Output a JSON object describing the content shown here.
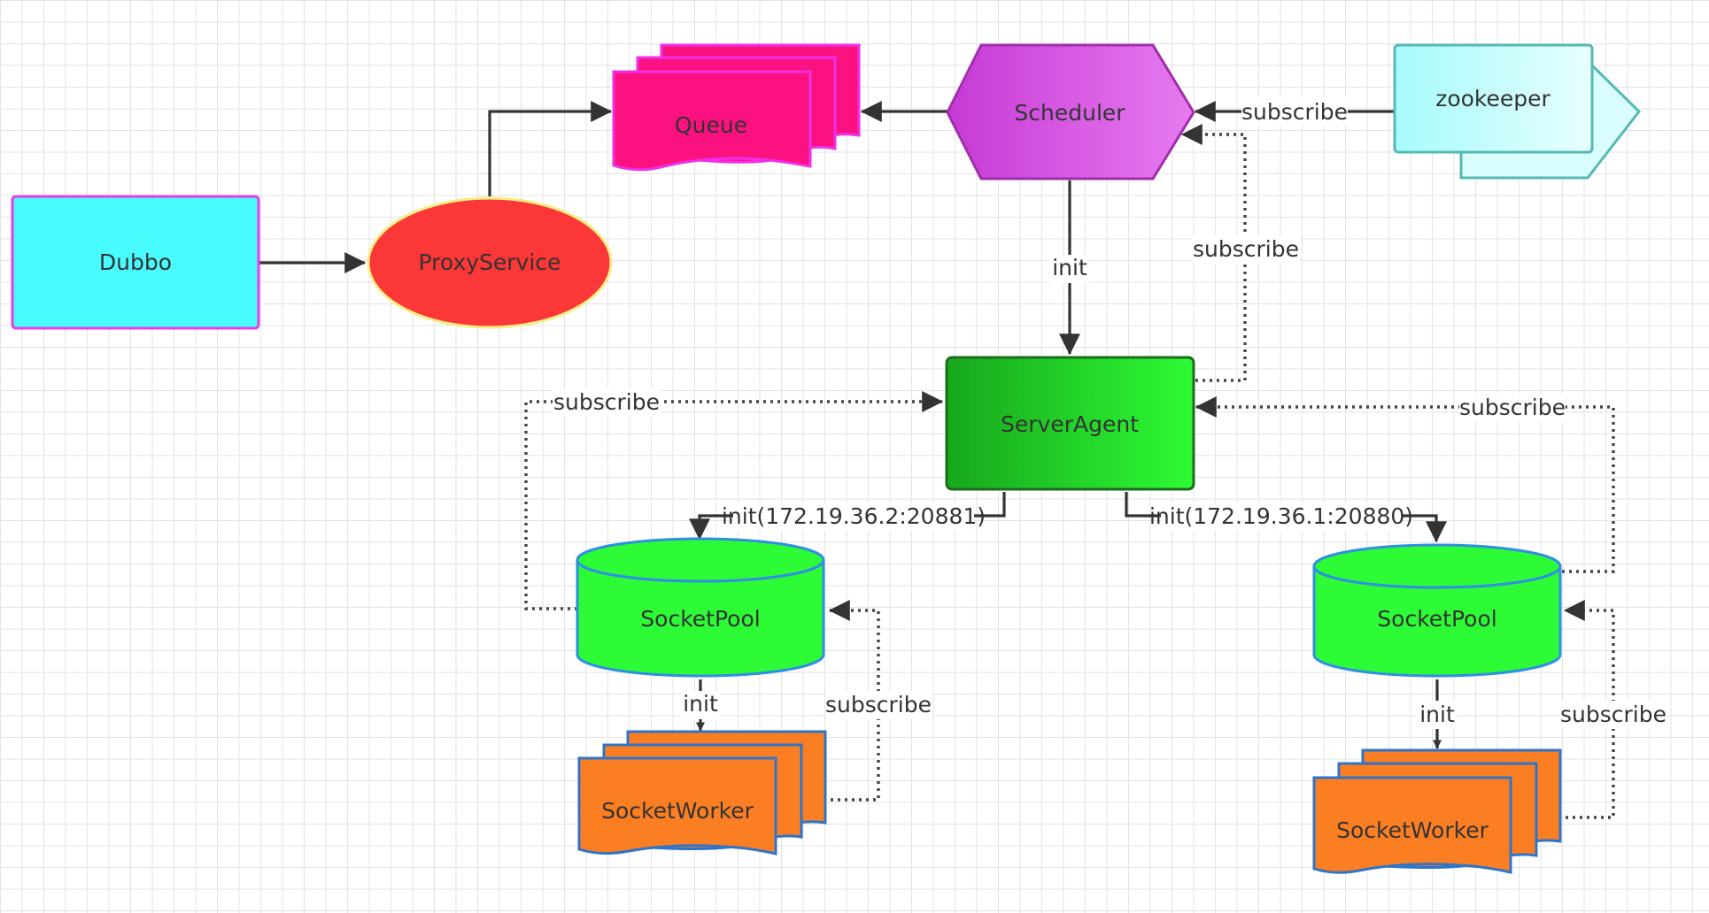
{
  "diagram": {
    "nodes": {
      "dubbo": "Dubbo",
      "proxy_service": "ProxyService",
      "queue": "Queue",
      "scheduler": "Scheduler",
      "zookeeper": "zookeeper",
      "server_agent": "ServerAgent",
      "socket_pool_left": "SocketPool",
      "socket_pool_right": "SocketPool",
      "socket_worker_left": "SocketWorker",
      "socket_worker_right": "SocketWorker"
    },
    "edges": {
      "zookeeper_scheduler": "subscribe",
      "scheduler_server_agent": "init",
      "server_agent_scheduler": "subscribe",
      "pool_left_server_agent": "subscribe",
      "pool_right_server_agent": "subscribe",
      "server_agent_pool_left": "init(172.19.36.2:20881)",
      "server_agent_pool_right": "init(172.19.36.1:20880)",
      "pool_left_worker_left": "init",
      "worker_left_pool_left": "subscribe",
      "pool_right_worker_right": "init",
      "worker_right_pool_right": "subscribe"
    },
    "colors": {
      "dubbo_fill": "#48fbff",
      "dubbo_stroke": "#e93de5",
      "proxy_fill": "#fb3737",
      "proxy_stroke": "#f5ee86",
      "queue_fill": "#fb117f",
      "queue_stroke": "#f02fe7",
      "scheduler_fill_start": "#c63ad5",
      "scheduler_fill_end": "#e77bf0",
      "scheduler_stroke": "#a02eac",
      "zookeeper_fill": "#a6fbfc",
      "zookeeper_stroke": "#55b9b4",
      "agent_fill_start": "#18a71c",
      "agent_fill_end": "#2dfb35",
      "agent_stroke": "#1d6c1d",
      "pool_fill": "#2cfb35",
      "pool_stroke": "#2f8fe5",
      "worker_fill": "#fb7e22",
      "worker_stroke": "#2f74c9"
    }
  }
}
